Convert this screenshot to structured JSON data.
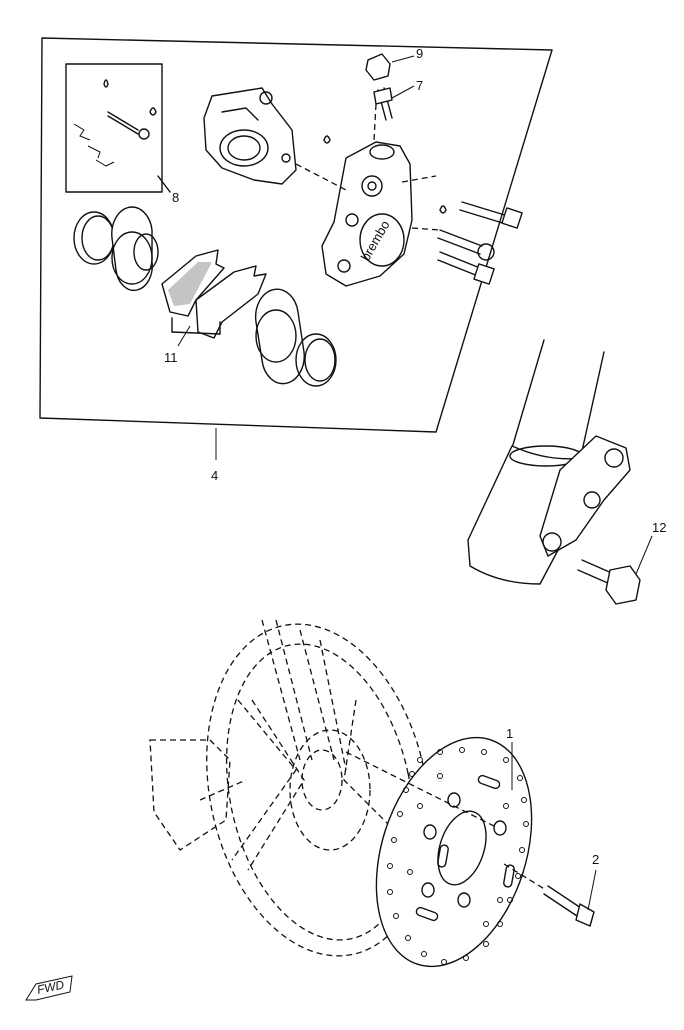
{
  "callouts": {
    "c1": "1",
    "c2": "2",
    "c4": "4",
    "c7": "7",
    "c8": "8",
    "c9": "9",
    "c11": "11",
    "c12": "12"
  },
  "caliper_brand": "brembo",
  "fwd_mark": "FWD"
}
